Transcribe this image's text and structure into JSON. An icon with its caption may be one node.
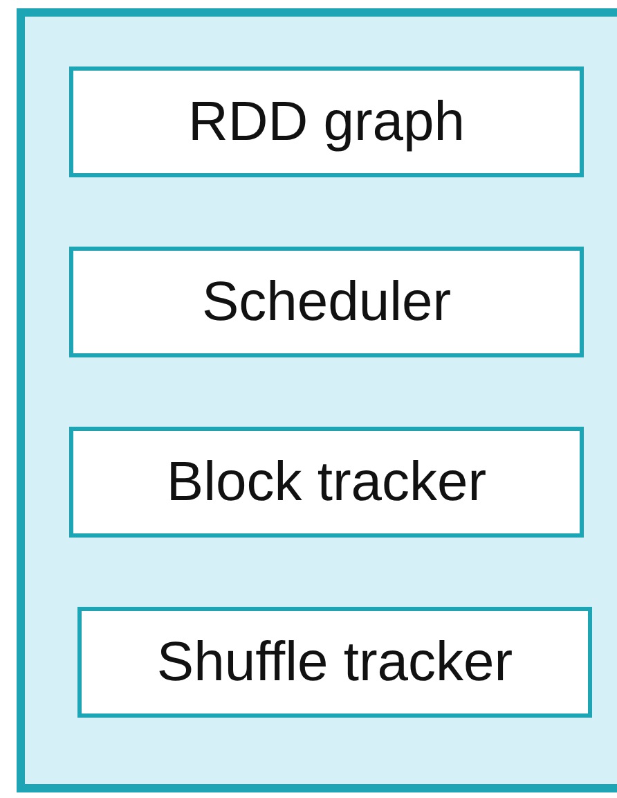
{
  "diagram": {
    "nodes": [
      {
        "text": [],
        "shape": "box"
      },
      {
        "text": [
          "RDD graph"
        ],
        "in": 0
      },
      {
        "text": [
          "Scheduler"
        ],
        "in": 0
      },
      {
        "text": [
          "Block tracker"
        ],
        "in": 0
      },
      {
        "text": [
          "Shuffle tracker"
        ],
        "in": 0
      }
    ]
  }
}
